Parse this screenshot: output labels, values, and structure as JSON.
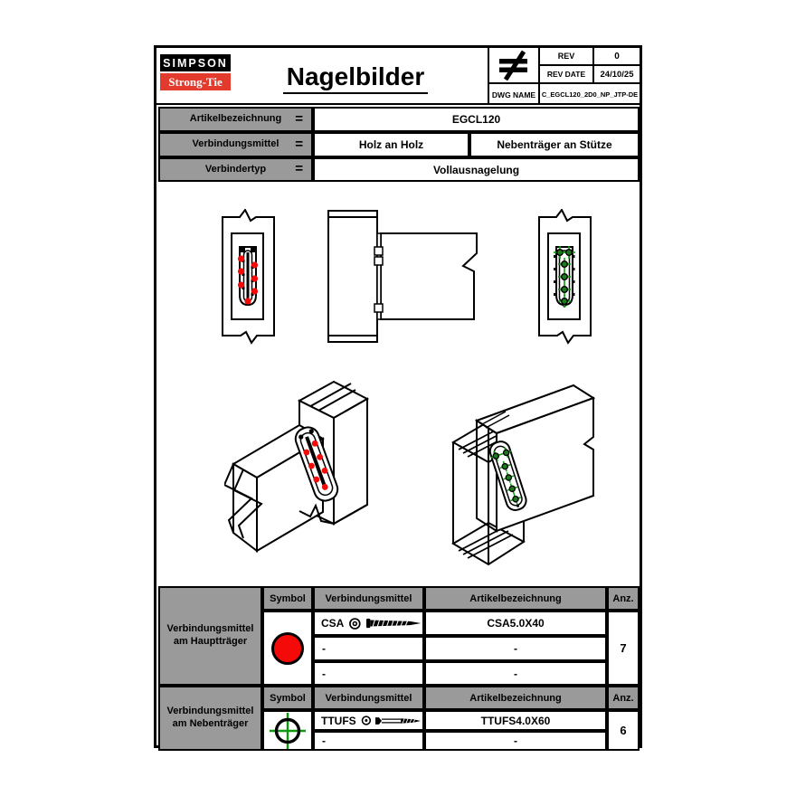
{
  "header": {
    "logo_line1": "SIMPSON",
    "logo_line2": "Strong-Tie",
    "title": "Nagelbilder",
    "symbol": "not-equal-mark",
    "rev_label": "REV",
    "rev_value": "0",
    "rev_date_label": "REV DATE",
    "rev_date_value": "24/10/25",
    "dwg_label": "DWG NAME",
    "dwg_value": "C_EGCL120_2D0_NP_JTP-DE"
  },
  "info": {
    "rows": [
      {
        "label": "Artikelbezeichnung",
        "eq": "=",
        "values": [
          "EGCL120"
        ]
      },
      {
        "label": "Verbindungsmittel",
        "eq": "=",
        "values": [
          "Holz an Holz",
          "Nebenträger an Stütze"
        ]
      },
      {
        "label": "Verbindertyp",
        "eq": "=",
        "values": [
          "Vollausnagelung"
        ]
      }
    ]
  },
  "tables": [
    {
      "label": "Verbindungsmittel am Hauptträger",
      "col_symbol": "Symbol",
      "col_fastener": "Verbindungsmittel",
      "col_article": "Artikelbezeichnung",
      "col_count": "Anz.",
      "symbol": "red-filled-circle",
      "rows": [
        {
          "name": "CSA",
          "article": "CSA5.0X40"
        },
        {
          "name": "-",
          "article": "-"
        },
        {
          "name": "-",
          "article": "-"
        }
      ],
      "count": "7"
    },
    {
      "label": "Verbindungsmittel am Nebenträger",
      "col_symbol": "Symbol",
      "col_fastener": "Verbindungsmittel",
      "col_article": "Artikelbezeichnung",
      "col_count": "Anz.",
      "symbol": "green-crosshair-circle",
      "rows": [
        {
          "name": "TTUFS",
          "article": "TTUFS4.0X60"
        },
        {
          "name": "-",
          "article": "-"
        }
      ],
      "count": "6"
    }
  ],
  "drawing": {
    "views": [
      "main-member-face-2d",
      "side-section-2d",
      "secondary-member-face-2d",
      "isometric-beam-to-post",
      "isometric-beam-to-header"
    ],
    "nails_main": {
      "count": 7,
      "color": "#f50a0a"
    },
    "nails_secondary": {
      "count": 6,
      "color": "#1c7a1c"
    }
  },
  "colors": {
    "brand_red": "#e23b2e",
    "table_gray": "#9a9a9a",
    "nail_red": "#f50a0a",
    "nail_green": "#1c7a1c",
    "cross_green": "#0c9a0c"
  }
}
